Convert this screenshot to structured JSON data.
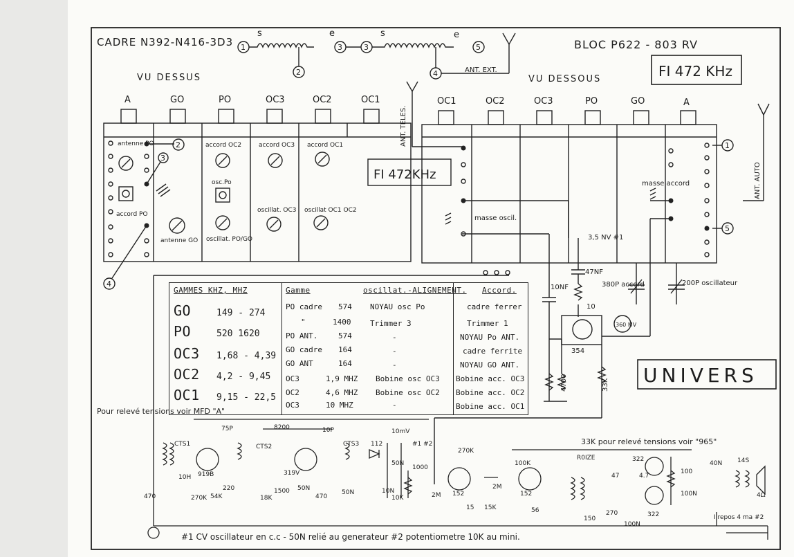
{
  "header": {
    "cadre": "CADRE N392-N416-3D3",
    "bloc": "BLOC P622 - 803 RV",
    "fi_box": "FI 472 KHz",
    "fi_box_center": "FI 472KHz",
    "vu_dessus": "VU DESSUS",
    "vu_dessous": "VU DESSOUS",
    "ant_ext": "ANT. EXT.",
    "ant_teles": "ANT. TELES.",
    "ant_auto": "ANT. AUTO",
    "univers": "UNIVERS",
    "coil_marks": [
      "s",
      "e",
      "s",
      "e"
    ],
    "coil_terms": [
      "1",
      "2",
      "3",
      "3",
      "5",
      "4"
    ]
  },
  "left_block": {
    "tabs": [
      "A",
      "GO",
      "PO",
      "OC3",
      "OC2",
      "OC1"
    ],
    "labels": {
      "antenne_po": "antenne PO",
      "accord_po": "accord PO",
      "antenne_go": "antenne GO",
      "accord_oc2": "accord OC2",
      "osc_po": "osc.Po",
      "oscillat_po_go": "oscillat. PO/GO",
      "accord_oc3": "accord OC3",
      "oscillat_oc3": "oscillat. OC3",
      "accord_oc1": "accord OC1",
      "oscillat_oc1_oc2": "oscillat OC1 OC2"
    },
    "markers": [
      "2",
      "3",
      "4"
    ]
  },
  "right_block": {
    "tabs": [
      "OC1",
      "OC2",
      "OC3",
      "PO",
      "GO",
      "A"
    ],
    "masse_oscil": "masse oscil.",
    "masse_accord": "masse accord",
    "markers": [
      "1",
      "5"
    ],
    "components": {
      "c35": "3,5 NV #1",
      "c47": "47NF",
      "c10n": "10NF",
      "r10": "10",
      "c380": "380P accord",
      "c200": "200P oscillateur",
      "tr": "354",
      "v": "360 MV",
      "r4700": "4700",
      "r33k": "33K"
    }
  },
  "table": {
    "h_gammes": "GAMMES KHZ, MHZ",
    "h_gamme": "Gamme",
    "h_oscil": "oscillat.-ALIGNEMENT.",
    "h_accord": "Accord.",
    "gammes": [
      {
        "name": "GO",
        "range": "149 - 274"
      },
      {
        "name": "PO",
        "range": "520  1620"
      },
      {
        "name": "OC3",
        "range": "1,68 - 4,39"
      },
      {
        "name": "OC2",
        "range": "4,2 - 9,45"
      },
      {
        "name": "OC1",
        "range": "9,15 - 22,5"
      }
    ],
    "rows": [
      {
        "g": "PO cadre",
        "f": "574",
        "o": "NOYAU osc Po",
        "a": "cadre ferrer"
      },
      {
        "g": "\"",
        "f": "1400",
        "o": "Trimmer 3",
        "a": "Trimmer 1"
      },
      {
        "g": "PO ANT.",
        "f": "574",
        "o": "-",
        "a": "NOYAU Po ANT."
      },
      {
        "g": "GO cadre",
        "f": "164",
        "o": "-",
        "a": "cadre ferrite"
      },
      {
        "g": "GO ANT",
        "f": "164",
        "o": "-",
        "a": "NOYAU GO ANT."
      },
      {
        "g": "OC3",
        "f": "1,9 MHZ",
        "o": "Bobine osc OC3",
        "a": "Bobine acc. OC3"
      },
      {
        "g": "OC2",
        "f": "4,6 MHZ",
        "o": "Bobine osc OC2",
        "a": "Bobine acc. OC2"
      },
      {
        "g": "OC3",
        "f": "10 MHZ",
        "o": "-",
        "a": "Bobine acc. OC1"
      }
    ]
  },
  "bottom": {
    "releve_left": "Pour relevé tensions voir MFD \"A\"",
    "releve_right": "33K pour relevé tensions voir \"965\"",
    "parts": [
      "CTS1",
      "75P",
      "8200",
      "10P",
      "CTS2",
      "CTS3",
      "112",
      "10mV",
      "#1 #2",
      "50N",
      "1000",
      "10K",
      "10N",
      "2M",
      "270K",
      "100K",
      "R0IZE",
      "322",
      "40N",
      "14S",
      "4Ω",
      "919B",
      "319V",
      "152",
      "152",
      "15",
      "15K",
      "50N",
      "2M",
      "47",
      "4.7",
      "100",
      "100N",
      "150",
      "270",
      "100N",
      "56",
      "470",
      "10H",
      "270K",
      "54K",
      "220",
      "18K",
      "1500",
      "50N",
      "470",
      "322",
      "I repos 4 ma #2"
    ],
    "note": "#1 CV oscillateur en c.c - 50N relié au generateur  #2 potentiometre 10K au mini."
  }
}
